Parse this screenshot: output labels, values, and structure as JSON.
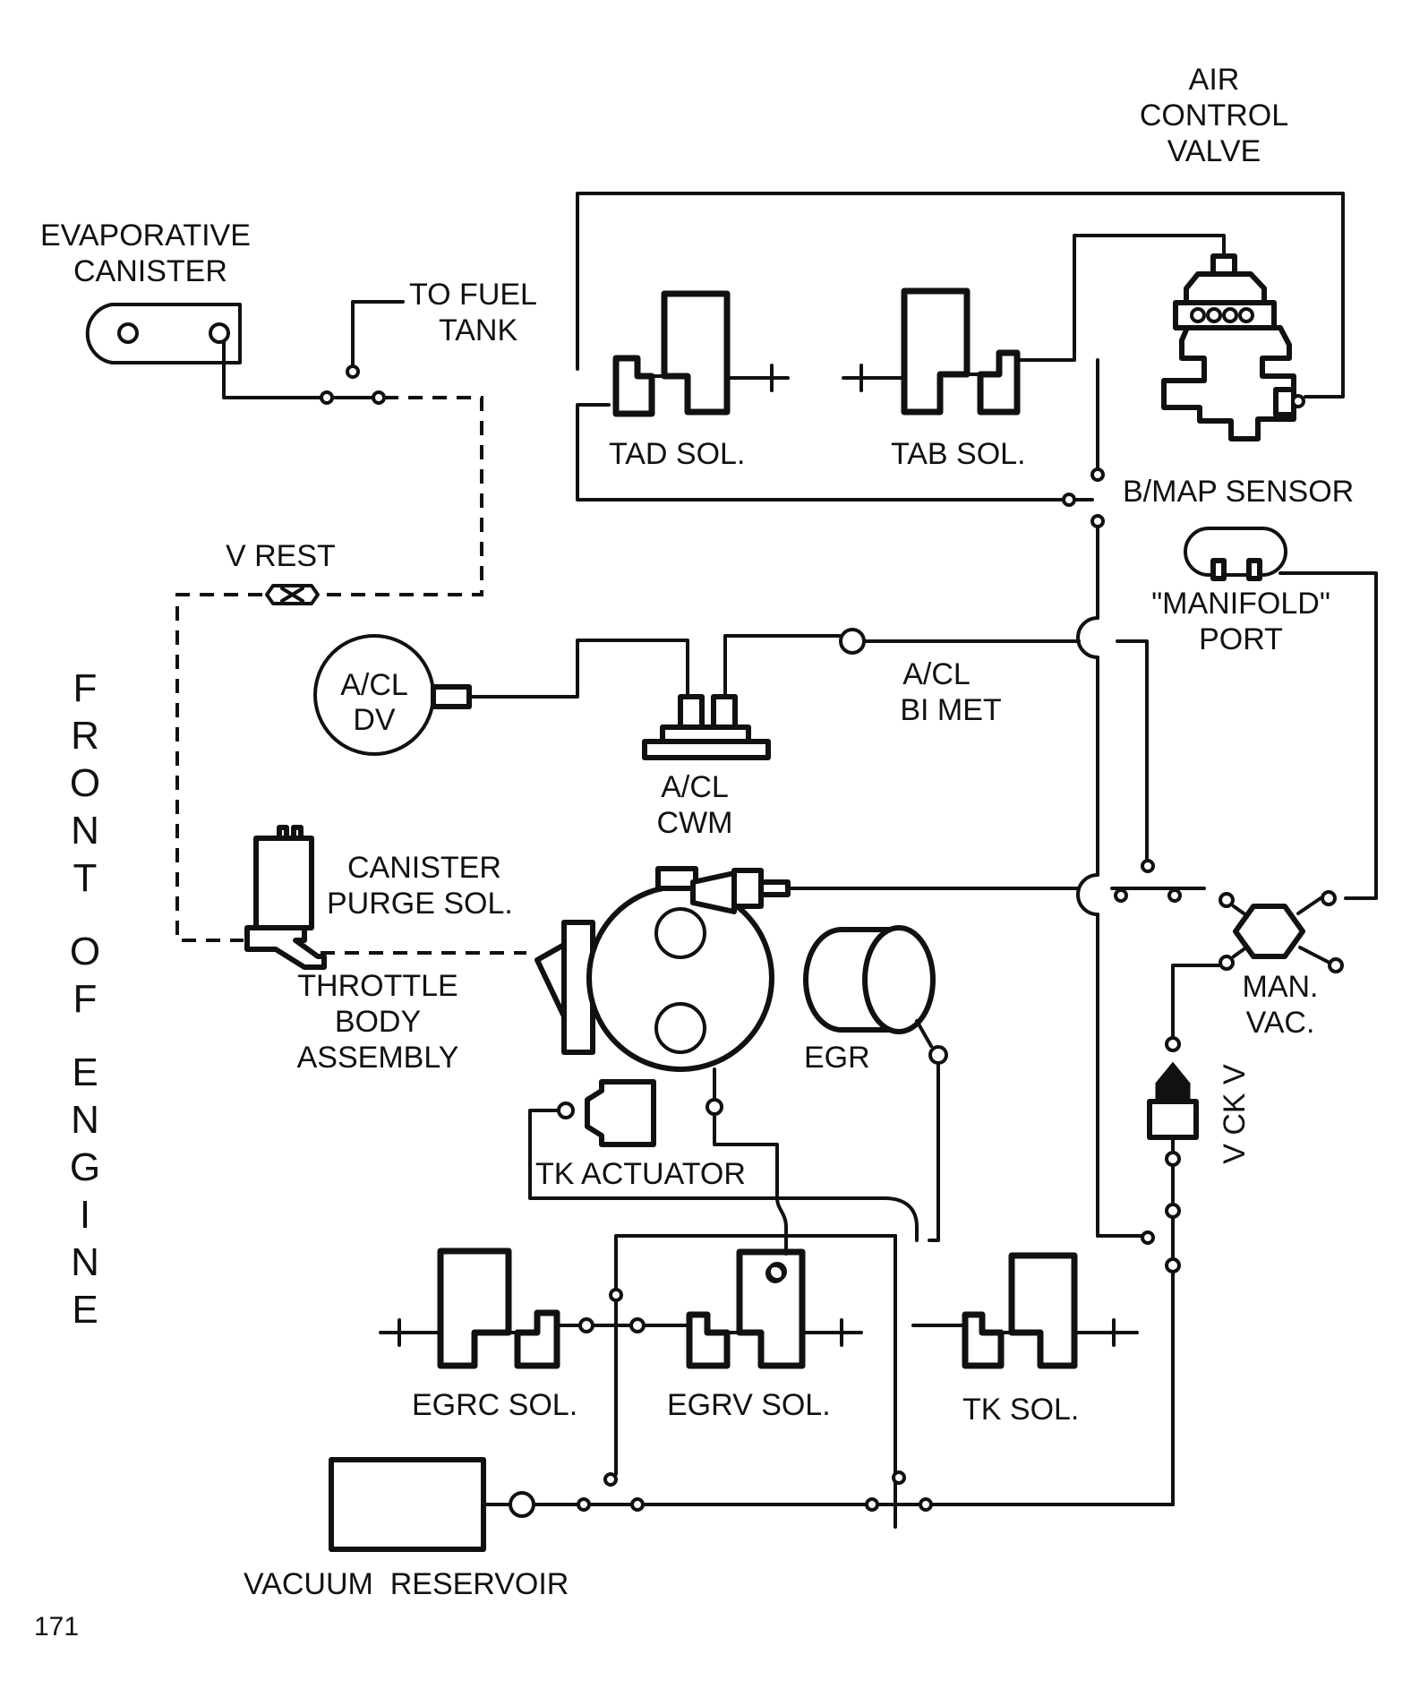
{
  "labels": {
    "air_control_valve": [
      "AIR",
      "CONTROL",
      "VALVE"
    ],
    "evaporative_canister": [
      "EVAPORATIVE",
      "CANISTER"
    ],
    "to_fuel_tank": [
      "TO FUEL",
      "TANK"
    ],
    "tad_sol": "TAD SOL.",
    "tab_sol": "TAB SOL.",
    "bmap_sensor": "B/MAP SENSOR",
    "manifold_port": [
      "\"MANIFOLD\"",
      "PORT"
    ],
    "v_rest": "V REST",
    "acl_dv": [
      "A/CL",
      "DV"
    ],
    "acl_bimet": [
      "A/CL",
      "BI MET"
    ],
    "acl_cwm": [
      "A/CL",
      "CWM"
    ],
    "canister_purge_sol": [
      "CANISTER",
      "PURGE SOL."
    ],
    "throttle_body_assembly": [
      "THROTTLE",
      "BODY",
      "ASSEMBLY"
    ],
    "egr": "EGR",
    "man_vac": [
      "MAN.",
      "VAC."
    ],
    "v_ck_v": "V CK V",
    "tk_actuator": "TK ACTUATOR",
    "egrc_sol": "EGRC SOL.",
    "egrv_sol": "EGRV SOL.",
    "tk_sol": "TK SOL.",
    "vacuum_reservoir": "VACUUM  RESERVOIR",
    "front_of_engine": [
      "F",
      "R",
      "O",
      "N",
      "T",
      "",
      "O",
      "F",
      "",
      "E",
      "N",
      "G",
      "I",
      "N",
      "E"
    ],
    "page_number": "171"
  }
}
